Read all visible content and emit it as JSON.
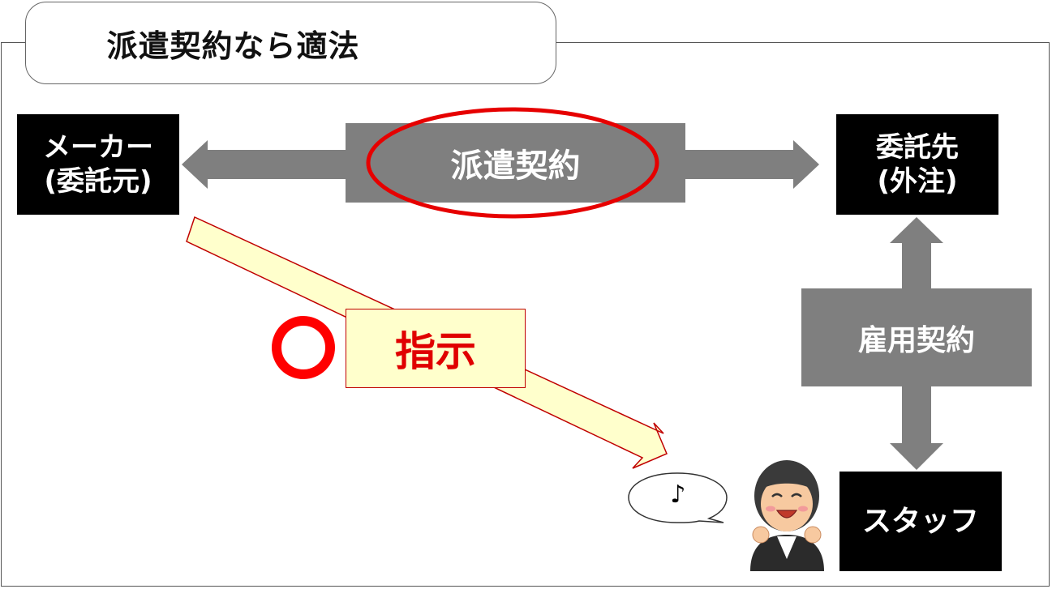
{
  "title": "派遣契約なら適法",
  "nodes": {
    "maker_line1": "メーカー",
    "maker_line2": "(委託元)",
    "vendor_line1": "委託先",
    "vendor_line2": "(外注)",
    "staff": "スタッフ"
  },
  "labels": {
    "dispatch_contract": "派遣契約",
    "employment_contract": "雇用契約",
    "instruction": "指示"
  },
  "speech_bubble": "♪",
  "colors": {
    "box": "#000000",
    "arrow_gray": "#7f7f7f",
    "highlight_red": "#e60000",
    "instruction_fill": "#ffffcc"
  },
  "icons": [
    "maru-ok-icon",
    "music-note-icon",
    "happy-staff-woman-icon"
  ]
}
